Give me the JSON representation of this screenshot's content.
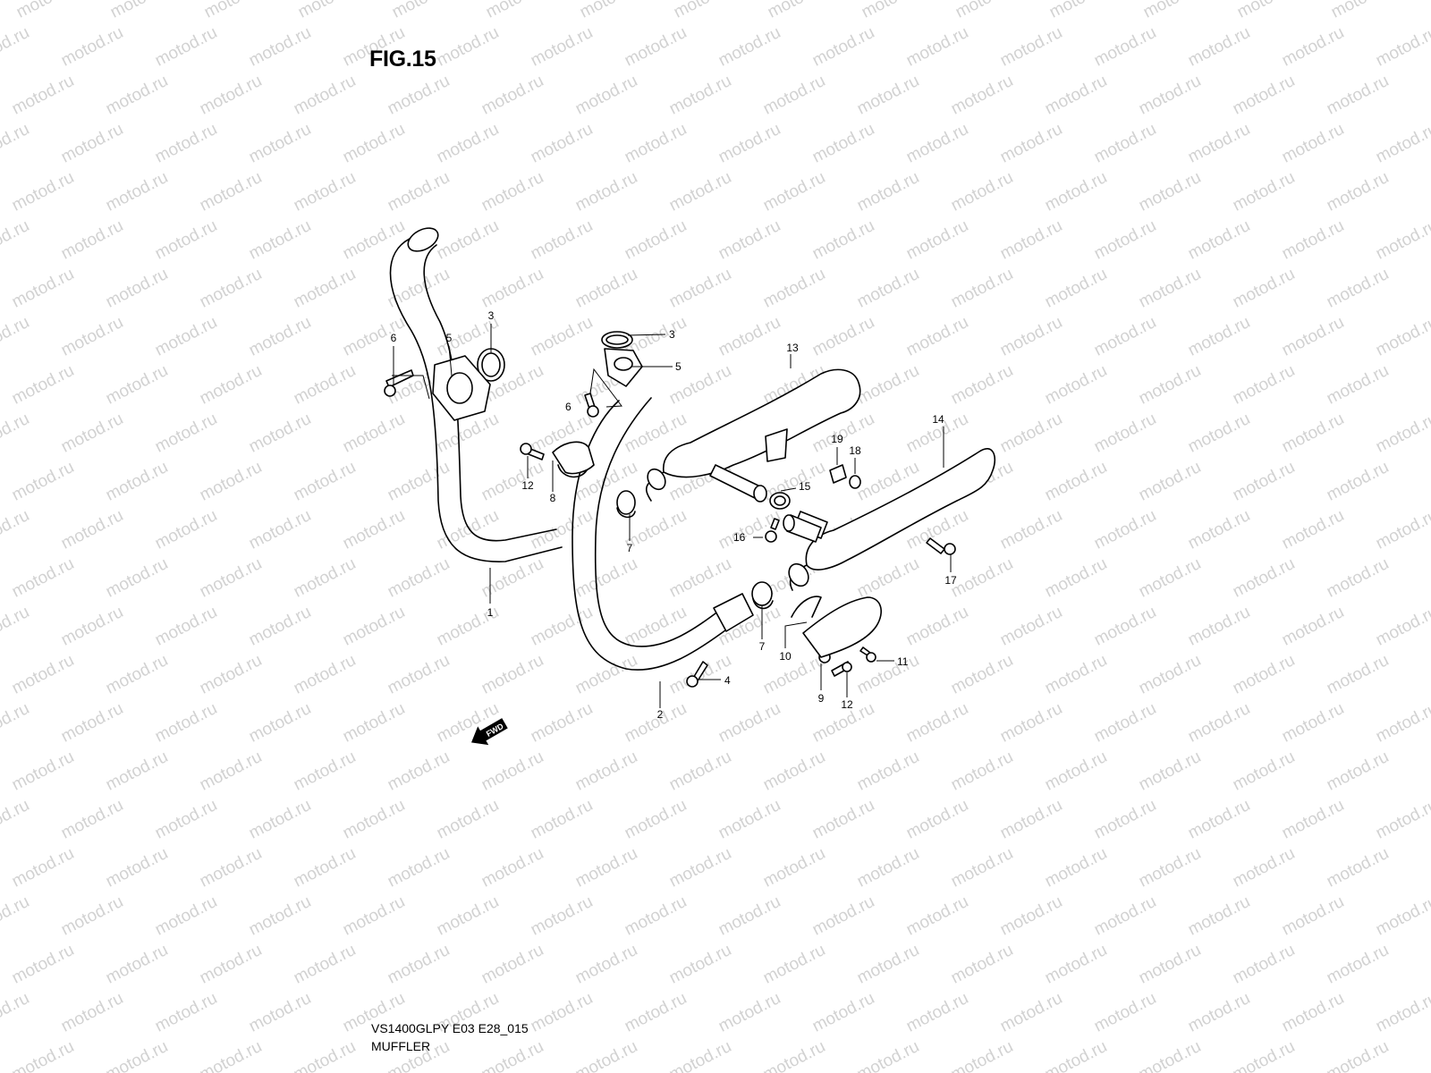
{
  "figure": {
    "title": "FIG.15",
    "model_code": "VS1400GLPY E03 E28_015",
    "section_name": "MUFFLER"
  },
  "watermark": {
    "text": "motod.ru",
    "color": "#d2d2d2"
  },
  "direction_arrow": {
    "label": "FWD"
  },
  "callouts": [
    "1",
    "2",
    "3",
    "3",
    "4",
    "5",
    "5",
    "6",
    "6",
    "7",
    "7",
    "8",
    "9",
    "10",
    "11",
    "12",
    "12",
    "13",
    "14",
    "15",
    "16",
    "17",
    "18",
    "19"
  ],
  "colors": {
    "line": "#000000",
    "background": "#ffffff"
  }
}
